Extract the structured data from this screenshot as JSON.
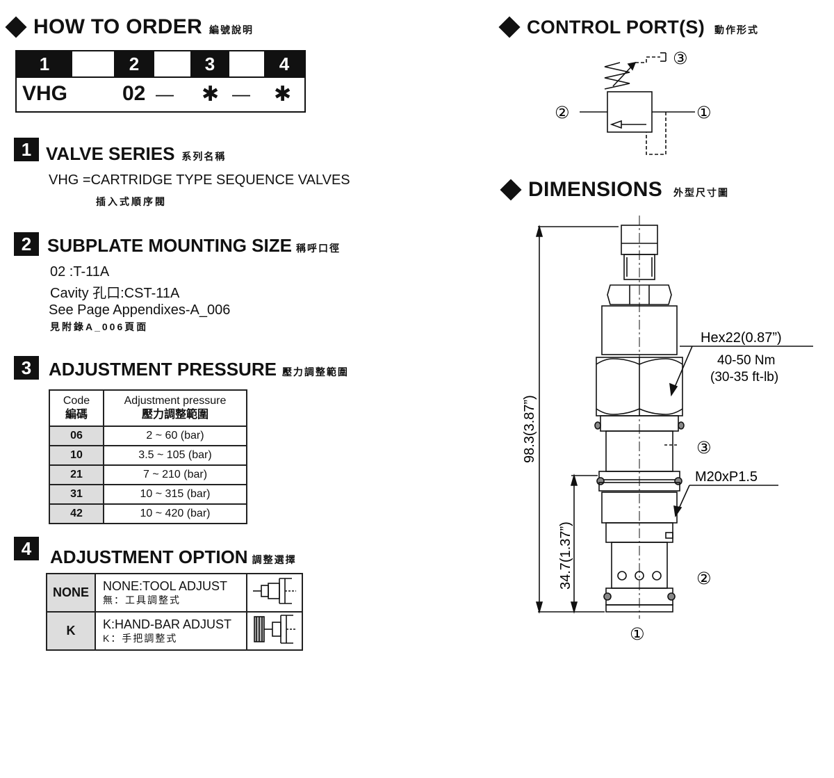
{
  "how_to_order": {
    "title": "HOW TO  ORDER",
    "title_cn": "編號說明",
    "slot_numbers": [
      "1",
      "2",
      "3",
      "4"
    ],
    "code_parts": [
      "VHG",
      "02",
      "—",
      "✱",
      "—",
      "✱"
    ]
  },
  "valve_series": {
    "number": "1",
    "title": "VALVE SERIES",
    "title_cn": "系列名稱",
    "line1": "VHG =CARTRIDGE TYPE SEQUENCE VALVES",
    "line1_cn": "插入式順序閥"
  },
  "subplate": {
    "number": "2",
    "title": "SUBPLATE MOUNTING SIZE",
    "title_cn": "稱呼口徑",
    "line1": "02 :T-11A",
    "line2": "Cavity 孔口:CST-11A",
    "line3": "See Page Appendixes-A_006",
    "line3_cn": "見附錄A_006頁面"
  },
  "adjustment_pressure": {
    "number": "3",
    "title": "ADJUSTMENT PRESSURE",
    "title_cn": "壓力調整範圍",
    "header_code": "Code",
    "header_code_cn": "編碼",
    "header_range": "Adjustment pressure",
    "header_range_cn": "壓力調整範圍",
    "rows": [
      {
        "code": "06",
        "range": "2 ~ 60 (bar)"
      },
      {
        "code": "10",
        "range": "3.5 ~ 105 (bar)"
      },
      {
        "code": "21",
        "range": "7 ~ 210 (bar)"
      },
      {
        "code": "31",
        "range": "10 ~ 315 (bar)"
      },
      {
        "code": "42",
        "range": "10 ~ 420 (bar)"
      }
    ]
  },
  "adjustment_option": {
    "number": "4",
    "title": "ADJUSTMENT OPTION",
    "title_cn": "調整選擇",
    "rows": [
      {
        "code": "NONE",
        "desc": "NONE:TOOL ADJUST",
        "desc_cn": "無：工具調整式"
      },
      {
        "code": "K",
        "desc": "K:HAND-BAR ADJUST",
        "desc_cn": "K：手把調整式"
      }
    ]
  },
  "control_ports": {
    "title": "CONTROL PORT(S)",
    "title_cn": "動作形式",
    "port1": "①",
    "port2": "②",
    "port3": "③"
  },
  "dimensions": {
    "title": "DIMENSIONS",
    "title_cn": "外型尺寸圖",
    "hex": "Hex22(0.87”)",
    "torque": "40-50 Nm",
    "torque_imperial": "(30-35 ft-lb)",
    "thread": "M20xP1.5",
    "overall_length": "98.3(3.87”)",
    "lower_length": "34.7(1.37”)",
    "port1": "①",
    "port2": "②",
    "port3": "③"
  }
}
